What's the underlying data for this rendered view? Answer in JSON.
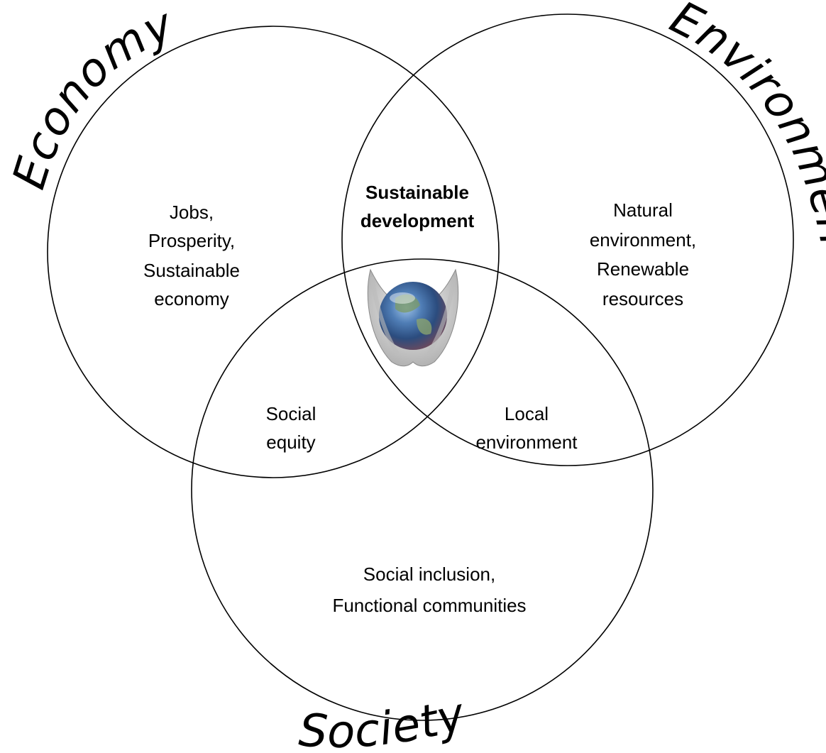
{
  "labels": {
    "economy": "Economy",
    "environment": "Environment",
    "society": "Society"
  },
  "regions": {
    "economy": [
      "Jobs,",
      "Prosperity,",
      "Sustainable",
      "economy"
    ],
    "environment": [
      "Natural",
      "environment,",
      "Renewable",
      "resources"
    ],
    "society": [
      "Social inclusion,",
      "Functional communities"
    ],
    "economy_society": [
      "Social",
      "equity"
    ],
    "environment_society": [
      "Local",
      "environment"
    ],
    "center": [
      "Sustainable",
      "development"
    ]
  },
  "center_image": "hands-holding-earth-icon"
}
